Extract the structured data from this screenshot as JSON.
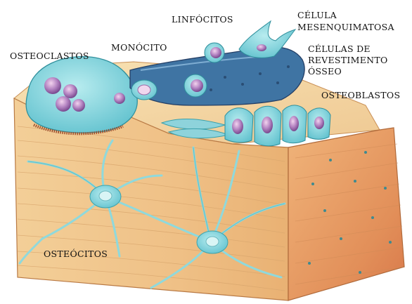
{
  "labels": {
    "osteoclastos": "OSTEOCLASTOS",
    "monocito": "MONÓCITO",
    "linfocitos": "LINFÓCITOS",
    "celula_mes_1": "CÉLULA",
    "celula_mes_2": "MESENQUIMATOSA",
    "revest_1": "CÉLULAS DE",
    "revest_2": "REVESTIMENTO",
    "revest_3": "ÓSSEO",
    "osteoblastos": "OSTEOBLASTOS",
    "osteocitos": "OSTEÓCITOS"
  },
  "colors": {
    "bone_front": "#f0c48a",
    "bone_top": "#f6d9a6",
    "bone_side": "#e7a263",
    "cell_cyan": "#7fd1da",
    "vessel_blue": "#3e6f9e",
    "nucleus": "#8a5a9e"
  }
}
